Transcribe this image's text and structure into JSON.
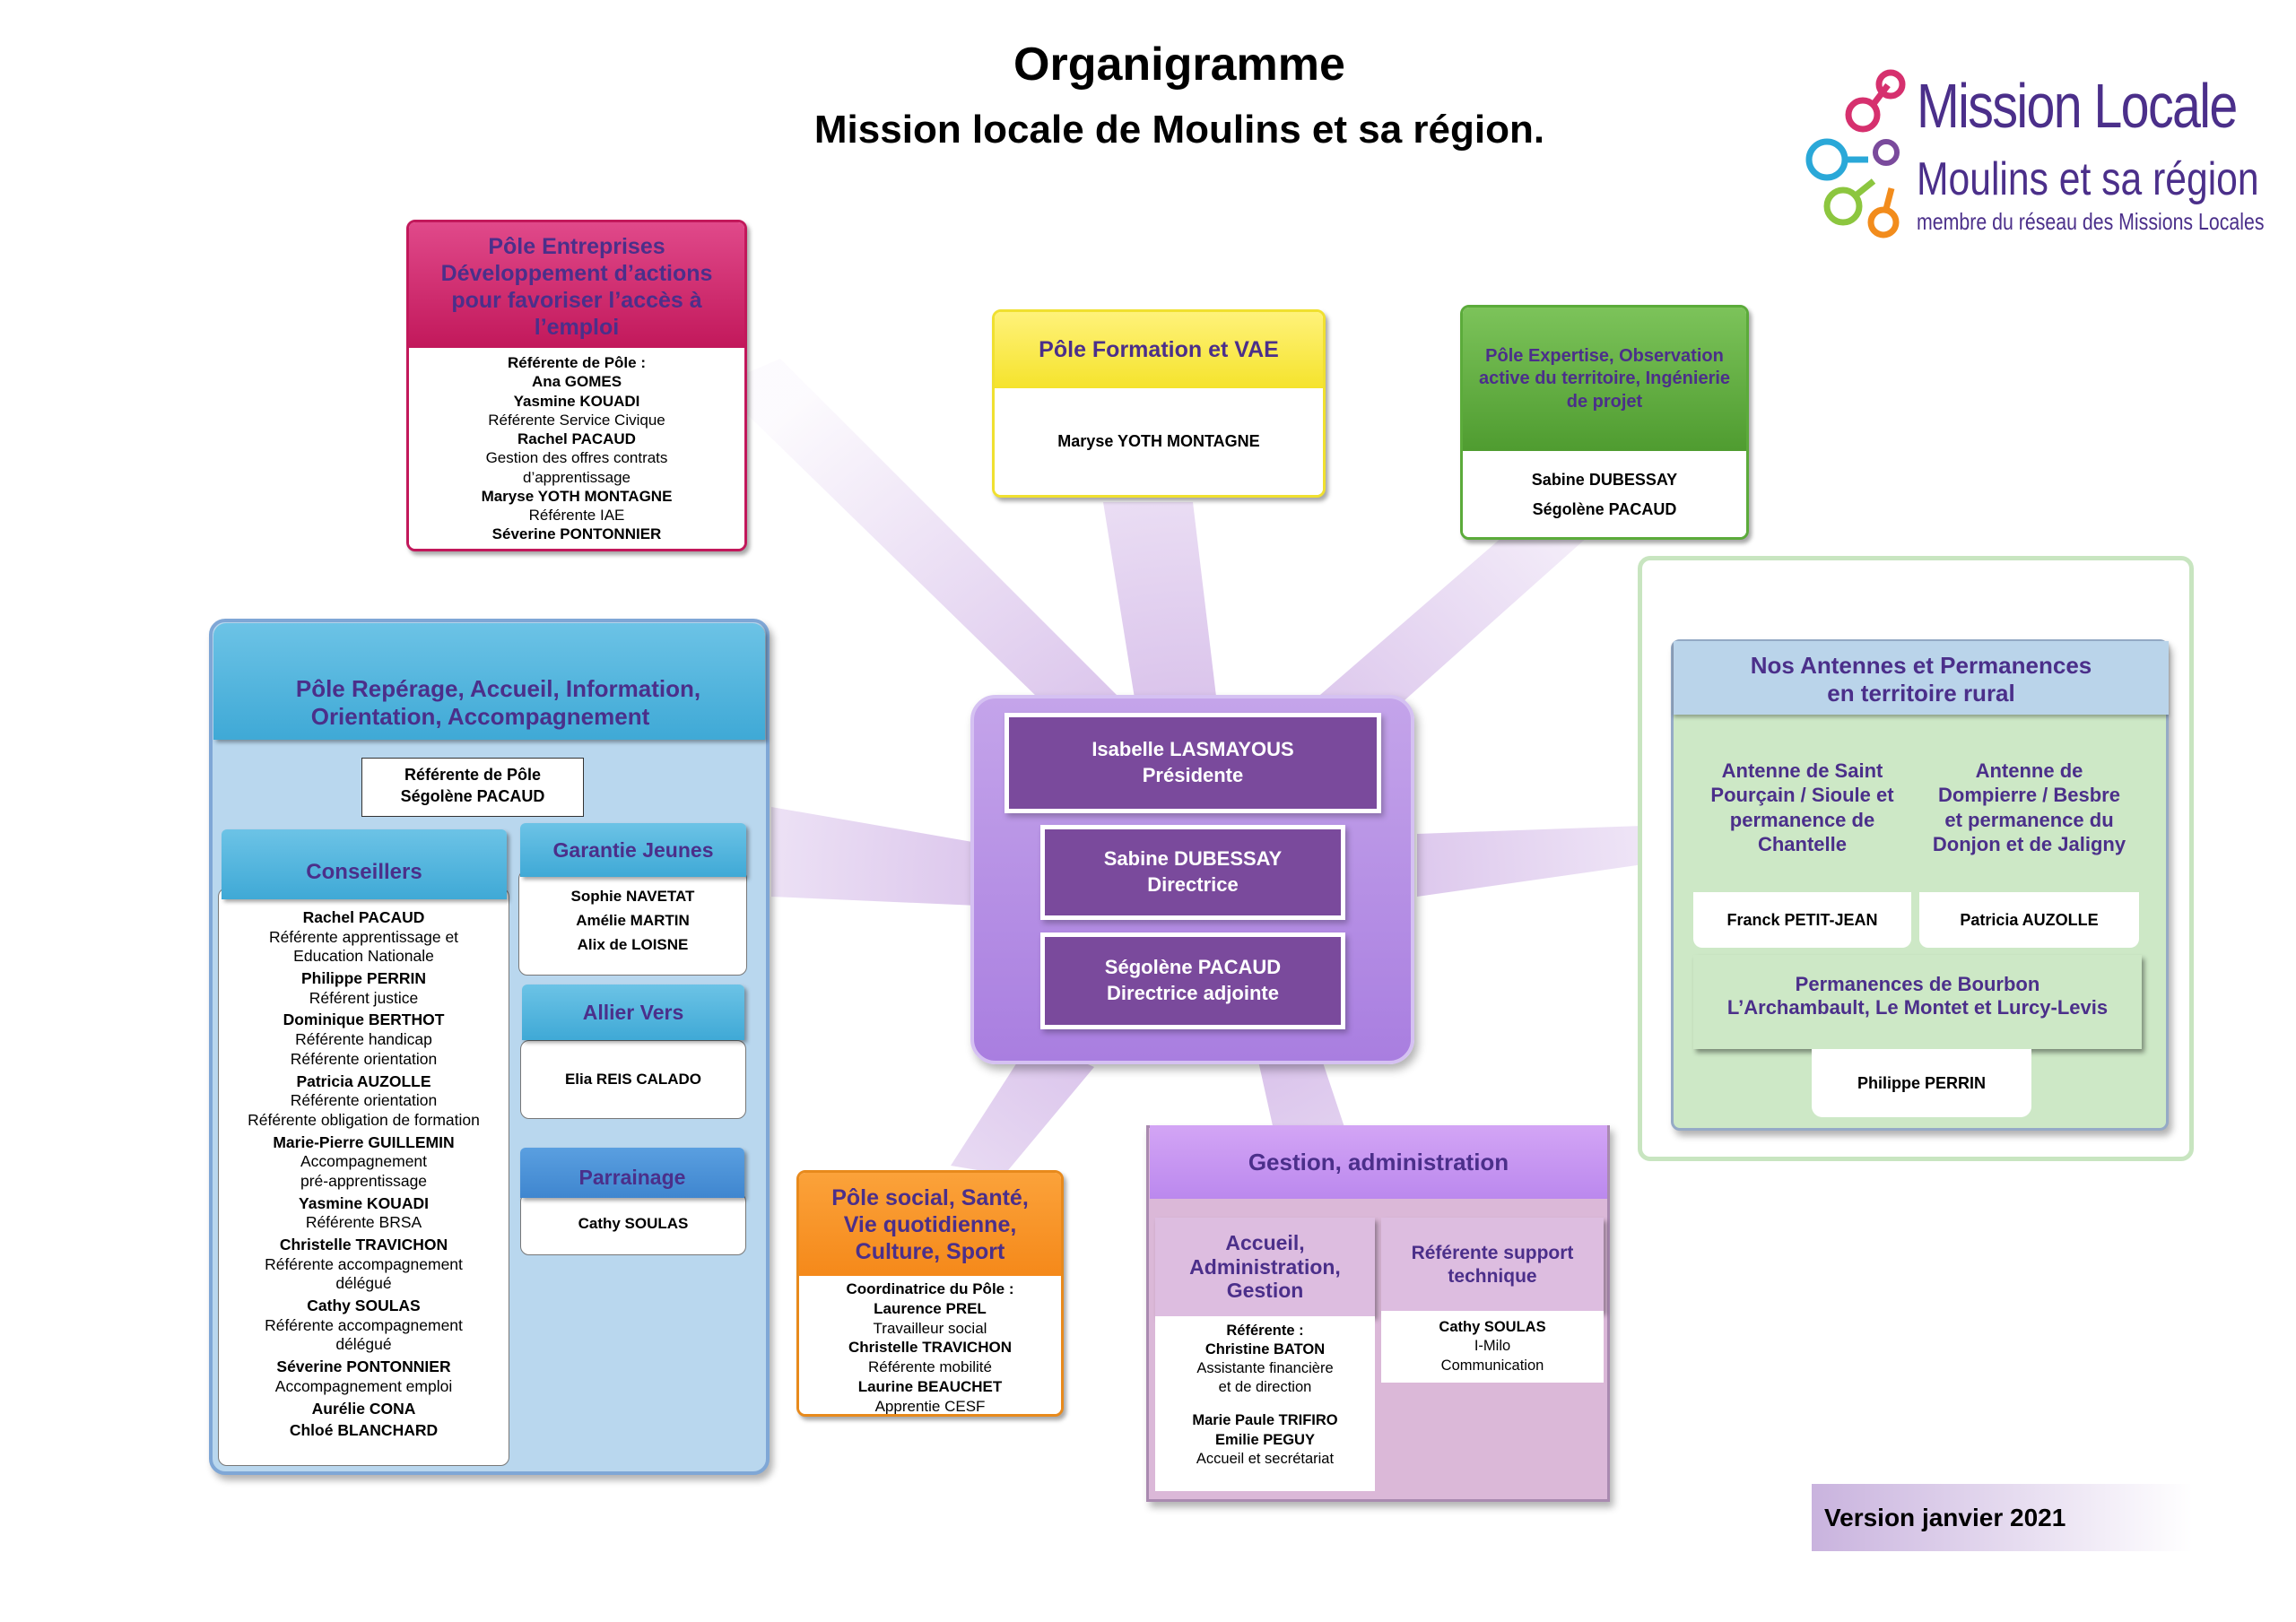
{
  "header": {
    "title": "Organigramme",
    "subtitle": "Mission locale de Moulins et sa région."
  },
  "logo": {
    "line1": "Mission Locale",
    "line2": "Moulins et sa région",
    "line3": "membre du réseau des Missions Locales",
    "colors": [
      "#d6306e",
      "#2aa8d8",
      "#8cc63f",
      "#f28c1c",
      "#7a4a9c"
    ]
  },
  "center": {
    "boxes": [
      {
        "name": "Isabelle LASMAYOUS",
        "role": "Présidente"
      },
      {
        "name": "Sabine DUBESSAY",
        "role": "Directrice"
      },
      {
        "name": "Ségolène PACAUD",
        "role": "Directrice adjointe"
      }
    ]
  },
  "pole_entreprises": {
    "title": "Pôle Entreprises Développement d’actions pour favoriser l’accès à l’emploi",
    "lines": [
      {
        "text": "Référente de Pôle :",
        "bold": true
      },
      {
        "text": "Ana GOMES",
        "bold": true
      },
      {
        "text": "Yasmine KOUADI",
        "bold": true
      },
      {
        "text": "Référente Service Civique",
        "bold": false
      },
      {
        "text": "Rachel PACAUD",
        "bold": true
      },
      {
        "text": "Gestion des offres contrats",
        "bold": false
      },
      {
        "text": "d’apprentissage",
        "bold": false
      },
      {
        "text": "Maryse YOTH MONTAGNE",
        "bold": true
      },
      {
        "text": "Référente IAE",
        "bold": false
      },
      {
        "text": "Séverine PONTONNIER",
        "bold": true
      }
    ]
  },
  "pole_formation": {
    "title": "Pôle Formation et VAE",
    "member": "Maryse YOTH MONTAGNE"
  },
  "pole_expertise": {
    "title": "Pôle Expertise, Observation active du territoire, Ingénierie de projet",
    "members": [
      "Sabine DUBESSAY",
      "Ségolène PACAUD"
    ]
  },
  "pole_reperage": {
    "title_line1": "Pôle Repérage, Accueil, Information,",
    "title_line2": "Orientation, Accompagnement",
    "referent_label": "Référente de Pôle",
    "referent_name": "Ségolène PACAUD",
    "conseillers": {
      "title": "Conseillers",
      "lines": [
        {
          "text": "Rachel PACAUD",
          "bold": true
        },
        {
          "text": "Référente apprentissage et",
          "bold": false
        },
        {
          "text": "Education Nationale",
          "bold": false
        },
        {
          "text": "Philippe PERRIN",
          "bold": true
        },
        {
          "text": "Référent justice",
          "bold": false
        },
        {
          "text": "Dominique BERTHOT",
          "bold": true
        },
        {
          "text": "Référente handicap",
          "bold": false
        },
        {
          "text": "Référente orientation",
          "bold": false
        },
        {
          "text": "Patricia AUZOLLE",
          "bold": true
        },
        {
          "text": "Référente orientation",
          "bold": false
        },
        {
          "text": "Référente obligation de formation",
          "bold": false
        },
        {
          "text": "Marie-Pierre GUILLEMIN",
          "bold": true
        },
        {
          "text": "Accompagnement",
          "bold": false
        },
        {
          "text": "pré-apprentissage",
          "bold": false
        },
        {
          "text": "Yasmine KOUADI",
          "bold": true
        },
        {
          "text": "Référente BRSA",
          "bold": false
        },
        {
          "text": "Christelle TRAVICHON",
          "bold": true
        },
        {
          "text": "Référente accompagnement",
          "bold": false
        },
        {
          "text": "délégué",
          "bold": false
        },
        {
          "text": "Cathy SOULAS",
          "bold": true
        },
        {
          "text": "Référente accompagnement",
          "bold": false
        },
        {
          "text": "délégué",
          "bold": false
        },
        {
          "text": "Séverine PONTONNIER",
          "bold": true
        },
        {
          "text": "Accompagnement emploi",
          "bold": false
        },
        {
          "text": "Aurélie CONA",
          "bold": true
        },
        {
          "text": "Chloé BLANCHARD",
          "bold": true
        }
      ]
    },
    "garantie": {
      "title": "Garantie Jeunes",
      "members": [
        "Sophie NAVETAT",
        "Amélie MARTIN",
        "Alix de LOISNE"
      ]
    },
    "allier": {
      "title": "Allier Vers",
      "member": "Elia REIS CALADO"
    },
    "parrainage": {
      "title": "Parrainage",
      "member": "Cathy SOULAS"
    }
  },
  "pole_social": {
    "title_line1": "Pôle social, Santé,",
    "title_line2": "Vie quotidienne,",
    "title_line3": "Culture, Sport",
    "lines": [
      {
        "text": "Coordinatrice du Pôle :",
        "bold": true
      },
      {
        "text": "Laurence PREL",
        "bold": true
      },
      {
        "text": "Travailleur social",
        "bold": false
      },
      {
        "text": "Christelle TRAVICHON",
        "bold": true
      },
      {
        "text": "Référente mobilité",
        "bold": false
      },
      {
        "text": "Laurine BEAUCHET",
        "bold": true
      },
      {
        "text": "Apprentie CESF",
        "bold": false
      }
    ]
  },
  "gestion": {
    "title": "Gestion, administration",
    "accueil": {
      "title": "Accueil, Administration, Gestion",
      "lines": [
        {
          "text": "Référente :",
          "bold": true
        },
        {
          "text": "Christine BATON",
          "bold": true
        },
        {
          "text": "Assistante financière",
          "bold": false
        },
        {
          "text": "et de direction",
          "bold": false
        },
        {
          "text": "Marie Paule TRIFIRO",
          "bold": true
        },
        {
          "text": "Emilie PEGUY",
          "bold": true
        },
        {
          "text": "Accueil et secrétariat",
          "bold": false
        }
      ]
    },
    "support": {
      "title": "Référente support technique",
      "lines": [
        {
          "text": "Cathy SOULAS",
          "bold": true
        },
        {
          "text": "I-Milo",
          "bold": false
        },
        {
          "text": "Communication",
          "bold": false
        }
      ]
    }
  },
  "antennes": {
    "title_line1": "Nos Antennes et Permanences",
    "title_line2": "en territoire rural",
    "saint_pourcain": {
      "title": "Antenne de Saint Pourçain / Sioule et permanence de Chantelle",
      "member": "Franck PETIT-JEAN"
    },
    "dompierre": {
      "title": "Antenne de Dompierre / Besbre et permanence du Donjon et de Jaligny",
      "member": "Patricia AUZOLLE"
    },
    "bourbon": {
      "title_line1": "Permanences de Bourbon",
      "title_line2": "L’Archambault, Le Montet et Lurcy-Levis",
      "member": "Philippe PERRIN"
    }
  },
  "version": "Version janvier 2021"
}
